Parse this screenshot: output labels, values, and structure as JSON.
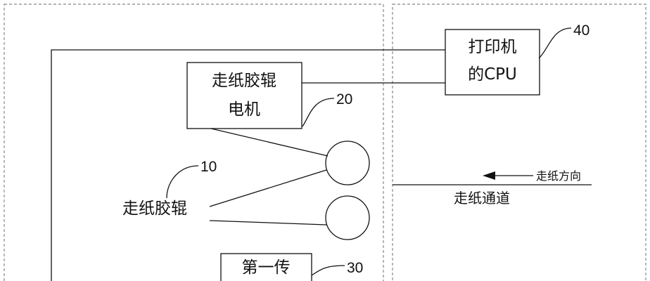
{
  "labels": {
    "motor": [
      "走纸胶辊",
      "电机"
    ],
    "cpu": [
      "打印机",
      "的CPU"
    ],
    "roller": "走纸胶辊",
    "sensor": "第一传",
    "paper_channel": "走纸通道",
    "paper_direction": "走纸方向"
  },
  "refs": {
    "roller": "10",
    "motor": "20",
    "sensor": "30",
    "cpu": "40"
  }
}
